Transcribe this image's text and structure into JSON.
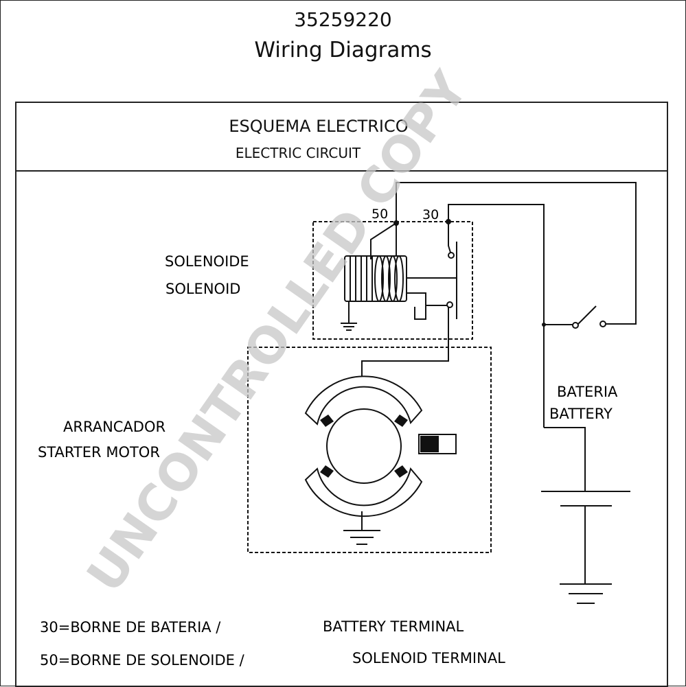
{
  "header": {
    "part_number": "35259220",
    "title": "Wiring Diagrams"
  },
  "frame": {
    "title_es": "ESQUEMA ELECTRICO",
    "title_en": "ELECTRIC CIRCUIT"
  },
  "labels": {
    "solenoid_es": "SOLENOIDE",
    "solenoid_en": "SOLENOID",
    "starter_es": "ARRANCADOR",
    "starter_en": "STARTER MOTOR",
    "battery_es": "BATERIA",
    "battery_en": "BATTERY",
    "terminal_50": "50",
    "terminal_30": "30"
  },
  "legend": {
    "line1_es": "30=BORNE DE BATERIA /",
    "line1_en": "BATTERY TERMINAL",
    "line2_es": "50=BORNE DE SOLENOIDE /",
    "line2_en": "SOLENOID TERMINAL"
  },
  "watermark": {
    "text": "UNCONTROLLED COPY",
    "color": "#c8c8c8"
  }
}
